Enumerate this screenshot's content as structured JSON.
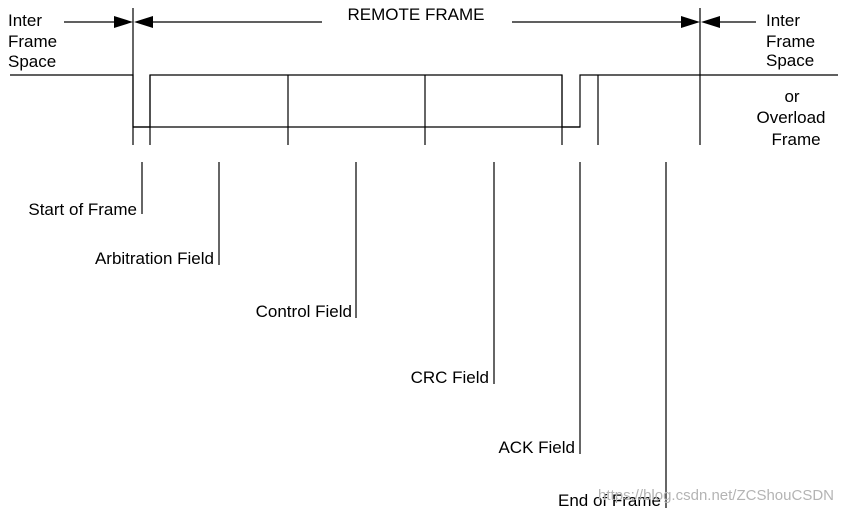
{
  "title": "REMOTE FRAME",
  "left_label": [
    "Inter",
    "Frame",
    "Space"
  ],
  "right_label": [
    "Inter",
    "Frame",
    "Space"
  ],
  "right_alt": [
    "or",
    "Overload",
    "Frame"
  ],
  "fields": [
    {
      "label": "Start of Frame"
    },
    {
      "label": "Arbitration Field"
    },
    {
      "label": "Control Field"
    },
    {
      "label": "CRC Field"
    },
    {
      "label": "ACK Field"
    },
    {
      "label": "End of Frame"
    }
  ],
  "watermark": "https://blog.csdn.net/ZCShouCSDN"
}
